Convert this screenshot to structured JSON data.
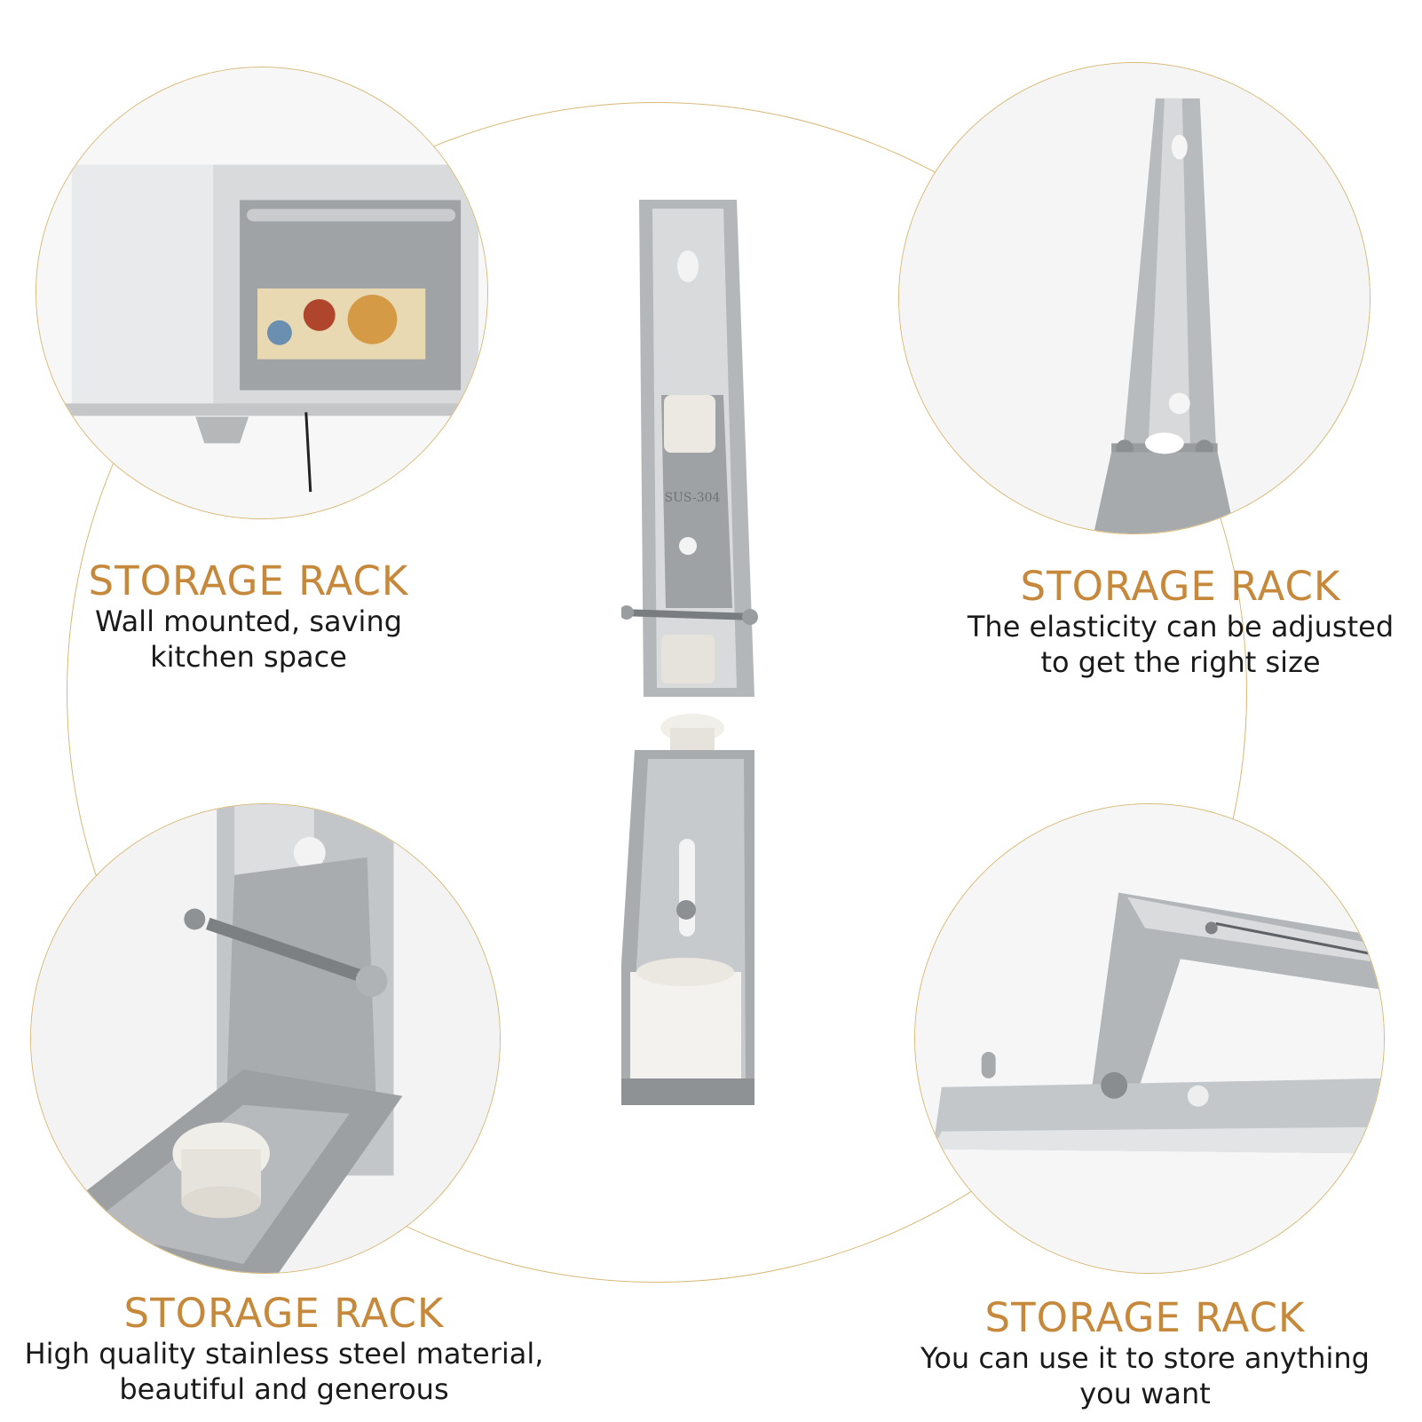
{
  "captions": [
    {
      "title": "STORAGE RACK",
      "line1": "Wall mounted, saving",
      "line2": "kitchen space"
    },
    {
      "title": "STORAGE RACK",
      "line1": "The elasticity can be adjusted",
      "line2": "to get the right size"
    },
    {
      "title": "STORAGE RACK",
      "line1": "High quality stainless steel material,",
      "line2": "beautiful and generous"
    },
    {
      "title": "STORAGE RACK",
      "line1": "You can use it to store anything",
      "line2": "you want"
    }
  ],
  "bracket_stamp": "SUS-304",
  "colors": {
    "accent": "#c6883b",
    "ring": "#d8b977",
    "text": "#1a1a1a",
    "steel": "#b9bcbf"
  },
  "photos": [
    "microwave-on-rack-photo",
    "bracket-top-detail-photo",
    "hinge-screw-detail-photo",
    "folded-bracket-photo",
    "center-bracket-photo"
  ]
}
